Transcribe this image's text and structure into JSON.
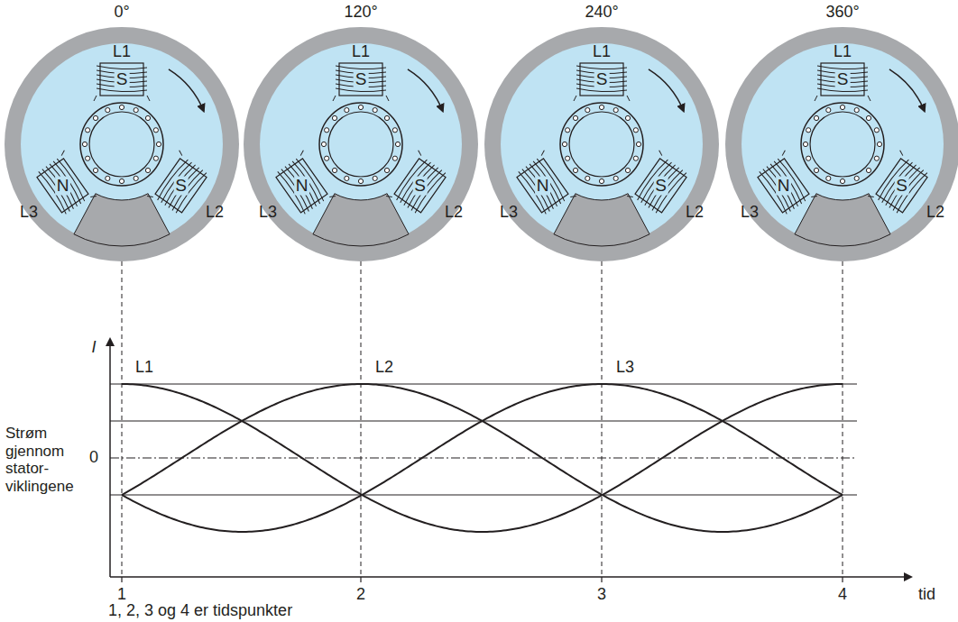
{
  "diagram": {
    "labels": [
      "0°",
      "L1",
      "S",
      "L3",
      "N",
      "S",
      "L2",
      "120°",
      "L1",
      "S",
      "L3",
      "N",
      "S",
      "L2",
      "240°",
      "L1",
      "S",
      "L3",
      "N",
      "S",
      "L2",
      "360°",
      "L1",
      "S",
      "L3",
      "N",
      "S",
      "L2",
      "I",
      "L1",
      "L2",
      "L3",
      "Strøm gjennom stator- viklingene",
      "0",
      "1",
      "2",
      "3",
      "4",
      "tid",
      "1, 2, 3 og 4 er tidspunkter"
    ]
  }
}
